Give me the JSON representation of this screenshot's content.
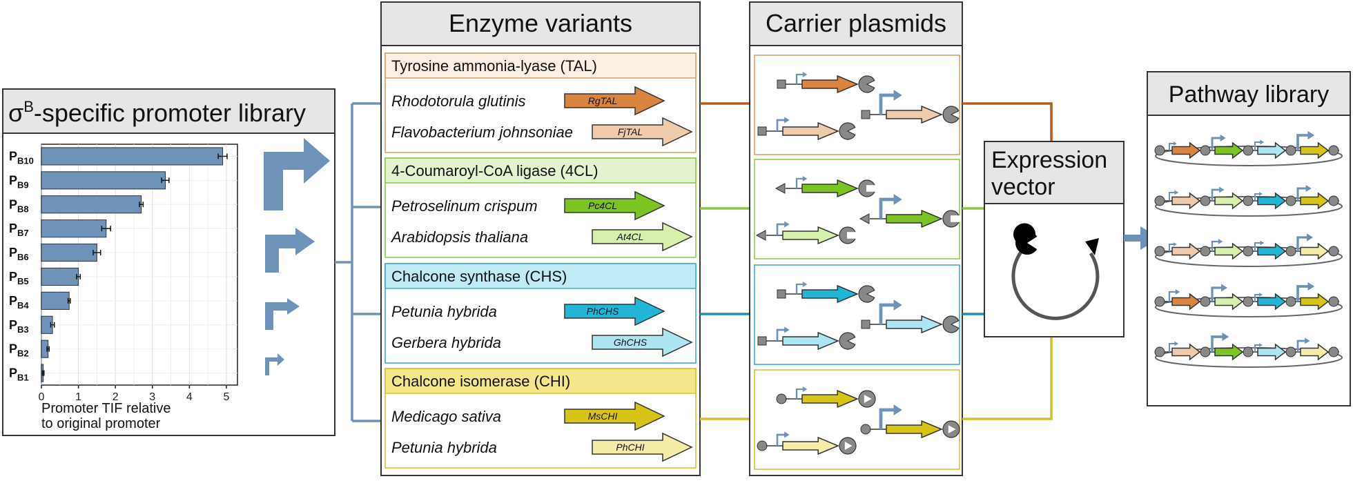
{
  "promoter_panel": {
    "title_sigma": "σ",
    "title_sup": "B",
    "title_rest": "-specific promoter library",
    "xlabel_line1": "Promoter TIF relative",
    "xlabel_line2": "to original promoter",
    "ticks": [
      "0",
      "1",
      "2",
      "3",
      "4",
      "5"
    ],
    "promoters": [
      {
        "main": "P",
        "sub": "B10"
      },
      {
        "main": "P",
        "sub": "B9"
      },
      {
        "main": "P",
        "sub": "B8"
      },
      {
        "main": "P",
        "sub": "B7"
      },
      {
        "main": "P",
        "sub": "B6"
      },
      {
        "main": "P",
        "sub": "B5"
      },
      {
        "main": "P",
        "sub": "B4"
      },
      {
        "main": "P",
        "sub": "B3"
      },
      {
        "main": "P",
        "sub": "B2"
      },
      {
        "main": "P",
        "sub": "B1"
      }
    ]
  },
  "chart_data": {
    "type": "bar",
    "orientation": "horizontal",
    "categories": [
      "PB10",
      "PB9",
      "PB8",
      "PB7",
      "PB6",
      "PB5",
      "PB4",
      "PB3",
      "PB2",
      "PB1"
    ],
    "values": [
      4.9,
      3.35,
      2.7,
      1.75,
      1.5,
      1.0,
      0.75,
      0.3,
      0.18,
      0.05
    ],
    "errors": [
      0.12,
      0.1,
      0.05,
      0.12,
      0.1,
      0.05,
      0.03,
      0.05,
      0.03,
      0.02
    ],
    "xlabel": "Promoter TIF relative to original promoter",
    "xlim": [
      0,
      5.3
    ],
    "grid": true,
    "bar_color": "#6f93b8"
  },
  "enzyme_panel": {
    "title": "Enzyme variants",
    "groups": [
      {
        "header": "Tyrosine ammonia-lyase (TAL)",
        "header_color": "#fcefe3",
        "border_color": "#d79a66",
        "species": [
          {
            "name": "Rhodotorula glutinis",
            "gene": "RgTAL",
            "color": "#d9853f"
          },
          {
            "name": "Flavobacterium johnsoniae",
            "gene": "FjTAL",
            "color": "#efcbae"
          }
        ]
      },
      {
        "header": "4-Coumaroyl-CoA ligase (4CL)",
        "header_color": "#e3f2cf",
        "border_color": "#8cc63f",
        "species": [
          {
            "name": "Petroselinum crispum",
            "gene": "Pc4CL",
            "color": "#7cc421"
          },
          {
            "name": "Arabidopsis thaliana",
            "gene": "At4CL",
            "color": "#d7f0ab"
          }
        ]
      },
      {
        "header": "Chalcone synthase (CHS)",
        "header_color": "#bfeaf6",
        "border_color": "#33a9cc",
        "species": [
          {
            "name": "Petunia hybrida",
            "gene": "PhCHS",
            "color": "#22b5d6"
          },
          {
            "name": "Gerbera hybrida",
            "gene": "GhCHS",
            "color": "#aee5f3"
          }
        ]
      },
      {
        "header": "Chalcone isomerase (CHI)",
        "header_color": "#f4e68a",
        "border_color": "#d6c12a",
        "species": [
          {
            "name": "Medicago sativa",
            "gene": "MsCHI",
            "color": "#d8c417"
          },
          {
            "name": "Petunia hybrida",
            "gene": "PhCHI",
            "color": "#f5eca9"
          }
        ]
      }
    ]
  },
  "plasmid_panel": {
    "title": "Carrier plasmids"
  },
  "vector_panel": {
    "title_line1": "Expression",
    "title_line2": "vector"
  },
  "pathway_panel": {
    "title": "Pathway library"
  },
  "connector_colors": {
    "tal": "#b55a1f",
    "cl4": "#8cc63f",
    "chs": "#1e8fb0",
    "chi": "#d4c12a",
    "blue": "#6f93b8"
  }
}
